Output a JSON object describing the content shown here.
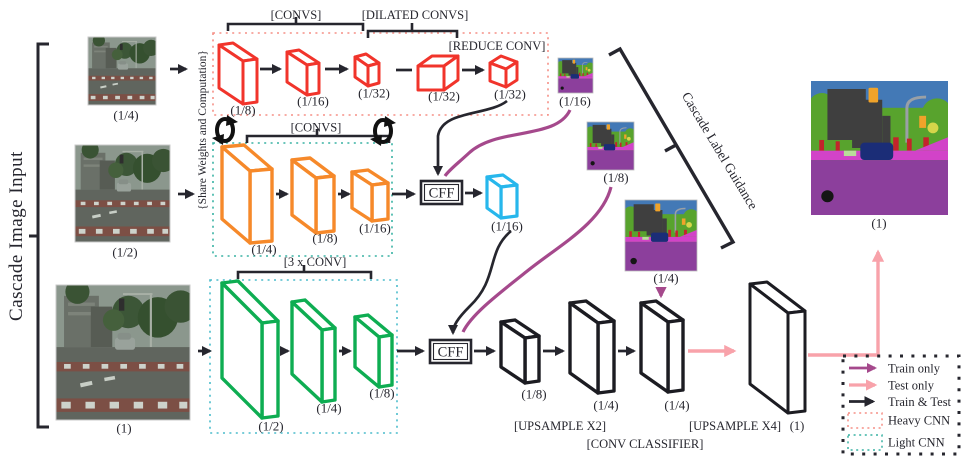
{
  "figure": {
    "input_title": "Cascade Image Input",
    "share_label": "{Share Weights and Computation}",
    "guidance_title": "Cascade Label Guidance"
  },
  "inputs": {
    "scales": [
      "(1/4)",
      "(1/2)",
      "(1)"
    ]
  },
  "top_branch": {
    "convs": "[CONVS]",
    "dilated_convs": "[DILATED CONVS]",
    "reduce_conv": "[REDUCE CONV]",
    "scales": [
      "(1/8)",
      "(1/16)",
      "(1/32)",
      "(1/32)",
      "(1/32)"
    ]
  },
  "mid_branch": {
    "convs": "[CONVS]",
    "scales": [
      "(1/4)",
      "(1/8)",
      "(1/16)"
    ]
  },
  "bottom_branch": {
    "convs": "[3 x CONV]",
    "scales": [
      "(1/2)",
      "(1/4)",
      "(1/8)"
    ]
  },
  "fusion": {
    "cff1": "CFF",
    "cff2": "CFF",
    "fused_scale": "(1/16)"
  },
  "guidance": {
    "scales": [
      "(1/16)",
      "(1/8)",
      "(1/4)"
    ]
  },
  "classifier": {
    "scales": [
      "(1/8)",
      "(1/4)",
      "(1/4)"
    ],
    "upsample_x2": "[UPSAMPLE X2]",
    "conv_classifier": "[CONV CLASSIFIER]",
    "upsample_x4": "[UPSAMPLE X4]",
    "upsample_scale": "(1)"
  },
  "output": {
    "scale": "(1)"
  },
  "legend": {
    "train_only": "Train only",
    "test_only": "Test only",
    "train_test": "Train & Test",
    "heavy_cnn": "Heavy CNN",
    "light_cnn": "Light CNN"
  },
  "colors": {
    "heavy_cnn_red": "#f1342b",
    "mid_orange": "#f6892a",
    "bottom_green": "#0ead52",
    "fused_cyan": "#27b7ec",
    "train_only_purple": "#a5498c",
    "test_only_pink": "#f8a2aa",
    "train_test_black": "#26262e",
    "heavy_dotted": "#f58f86",
    "light_dotted": "#38b2a3"
  }
}
